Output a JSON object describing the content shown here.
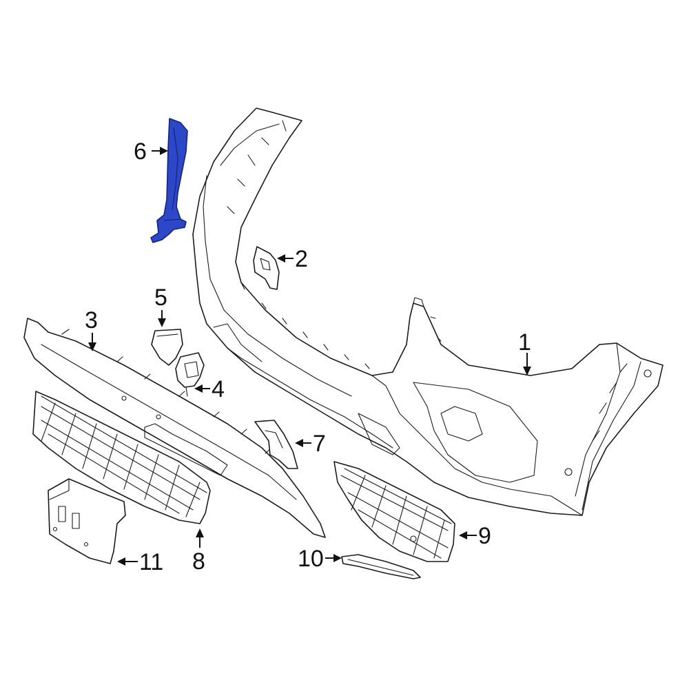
{
  "diagram": {
    "highlight_color": "#2d47c9",
    "callouts": [
      {
        "id": "callout-1",
        "label": "1"
      },
      {
        "id": "callout-2",
        "label": "2"
      },
      {
        "id": "callout-3",
        "label": "3"
      },
      {
        "id": "callout-4",
        "label": "4"
      },
      {
        "id": "callout-5",
        "label": "5"
      },
      {
        "id": "callout-6",
        "label": "6"
      },
      {
        "id": "callout-7",
        "label": "7"
      },
      {
        "id": "callout-8",
        "label": "8"
      },
      {
        "id": "callout-9",
        "label": "9"
      },
      {
        "id": "callout-10",
        "label": "10"
      },
      {
        "id": "callout-11",
        "label": "11"
      }
    ]
  }
}
